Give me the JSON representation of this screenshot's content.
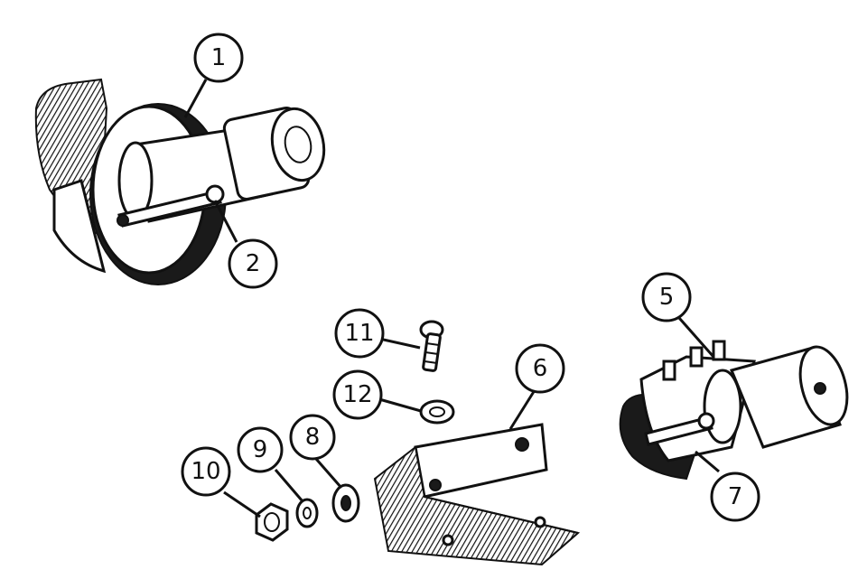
{
  "diagram": {
    "callouts": [
      {
        "id": "c1",
        "label": "1"
      },
      {
        "id": "c2",
        "label": "2"
      },
      {
        "id": "c5",
        "label": "5"
      },
      {
        "id": "c6",
        "label": "6"
      },
      {
        "id": "c7",
        "label": "7"
      },
      {
        "id": "c8",
        "label": "8"
      },
      {
        "id": "c9",
        "label": "9"
      },
      {
        "id": "c10",
        "label": "10"
      },
      {
        "id": "c11",
        "label": "11"
      },
      {
        "id": "c12",
        "label": "12"
      }
    ],
    "colors": {
      "ink": "#111111",
      "paper": "#ffffff"
    }
  }
}
